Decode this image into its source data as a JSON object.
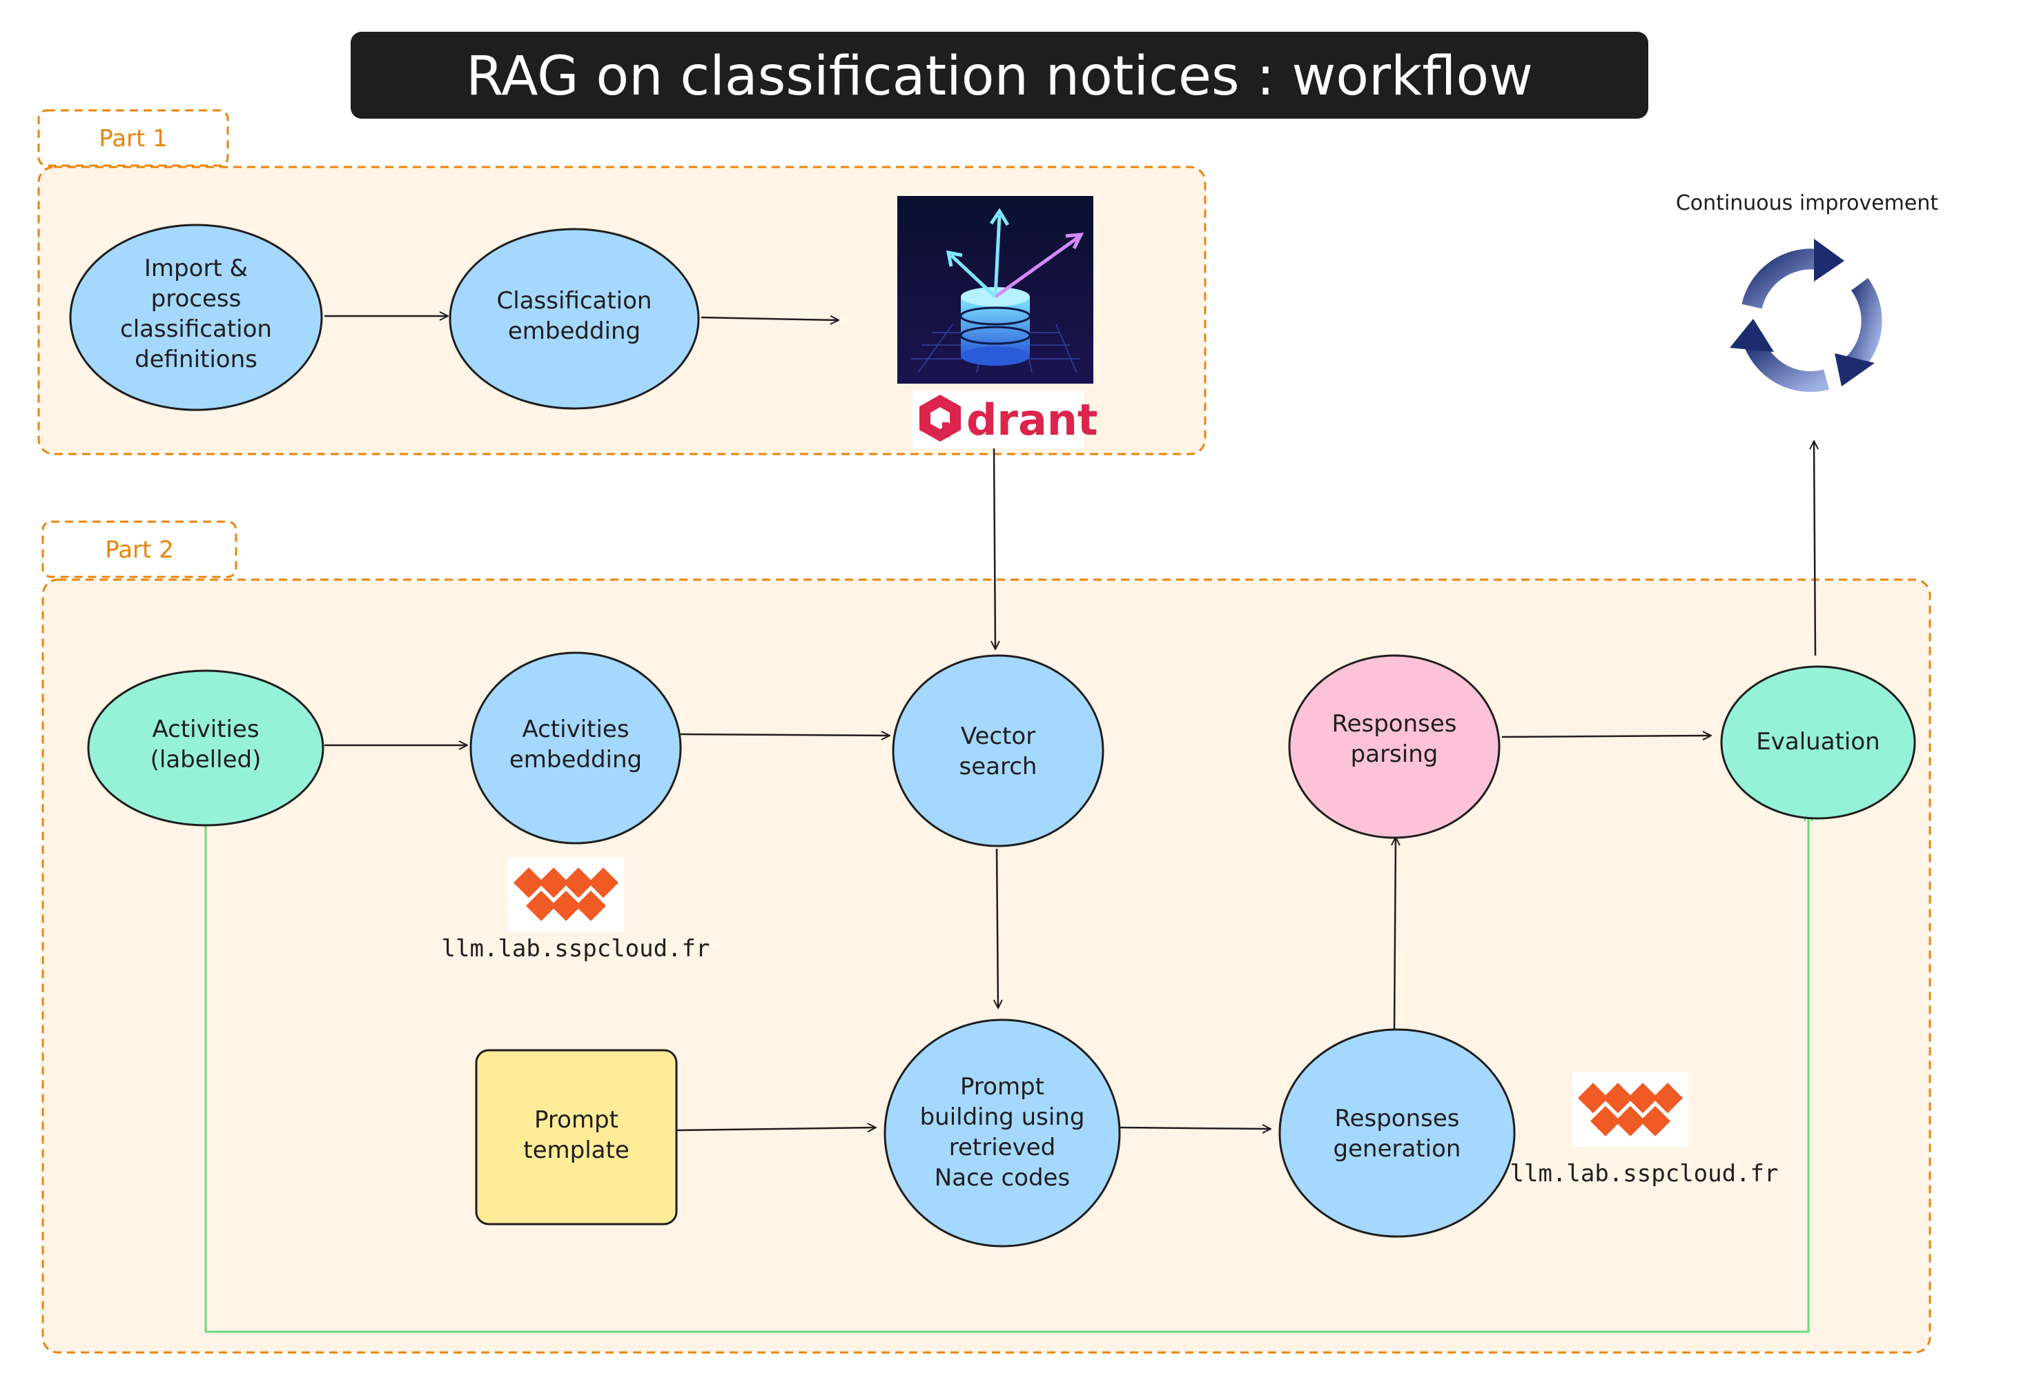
{
  "title": "RAG on classification notices : workflow",
  "part1": {
    "label": "Part 1"
  },
  "part2": {
    "label": "Part 2"
  },
  "nodes": {
    "import": {
      "lines": [
        "Import &",
        "process",
        "classification",
        "definitions"
      ],
      "color": "#a5d8ff"
    },
    "class_embed": {
      "lines": [
        "Classification",
        "embedding"
      ],
      "color": "#a5d8ff"
    },
    "activities": {
      "lines": [
        "Activities",
        "(labelled)"
      ],
      "color": "#96f2d7"
    },
    "act_embed": {
      "lines": [
        "Activities",
        "embedding"
      ],
      "color": "#a5d8ff"
    },
    "vector_search": {
      "lines": [
        "Vector",
        "search"
      ],
      "color": "#a5d8ff"
    },
    "resp_parsing": {
      "lines": [
        "Responses",
        "parsing"
      ],
      "color": "#fcc2d7"
    },
    "evaluation": {
      "lines": [
        "Evaluation"
      ],
      "color": "#96f2d7"
    },
    "prompt_template": {
      "lines": [
        "Prompt",
        "template"
      ],
      "color": "#ffec99"
    },
    "prompt_building": {
      "lines": [
        "Prompt",
        "building using",
        "retrieved",
        "Nace codes"
      ],
      "color": "#a5d8ff"
    },
    "resp_gen": {
      "lines": [
        "Responses",
        "generation"
      ],
      "color": "#a5d8ff"
    }
  },
  "qdrant": {
    "brand_prefix": "q",
    "brand_rest": "drant"
  },
  "llm_label_1": "llm.lab.sspcloud.fr",
  "llm_label_2": "llm.lab.sspcloud.fr",
  "continuous": "Continuous improvement",
  "colors": {
    "orange": "#e8850c",
    "panel": "#fff4e6",
    "stroke": "#1e1e1e",
    "green_edge": "#69db7c",
    "llm_logo": "#f05a24",
    "cycle": "#2b3d8a",
    "qdrant": "#dc244c"
  }
}
